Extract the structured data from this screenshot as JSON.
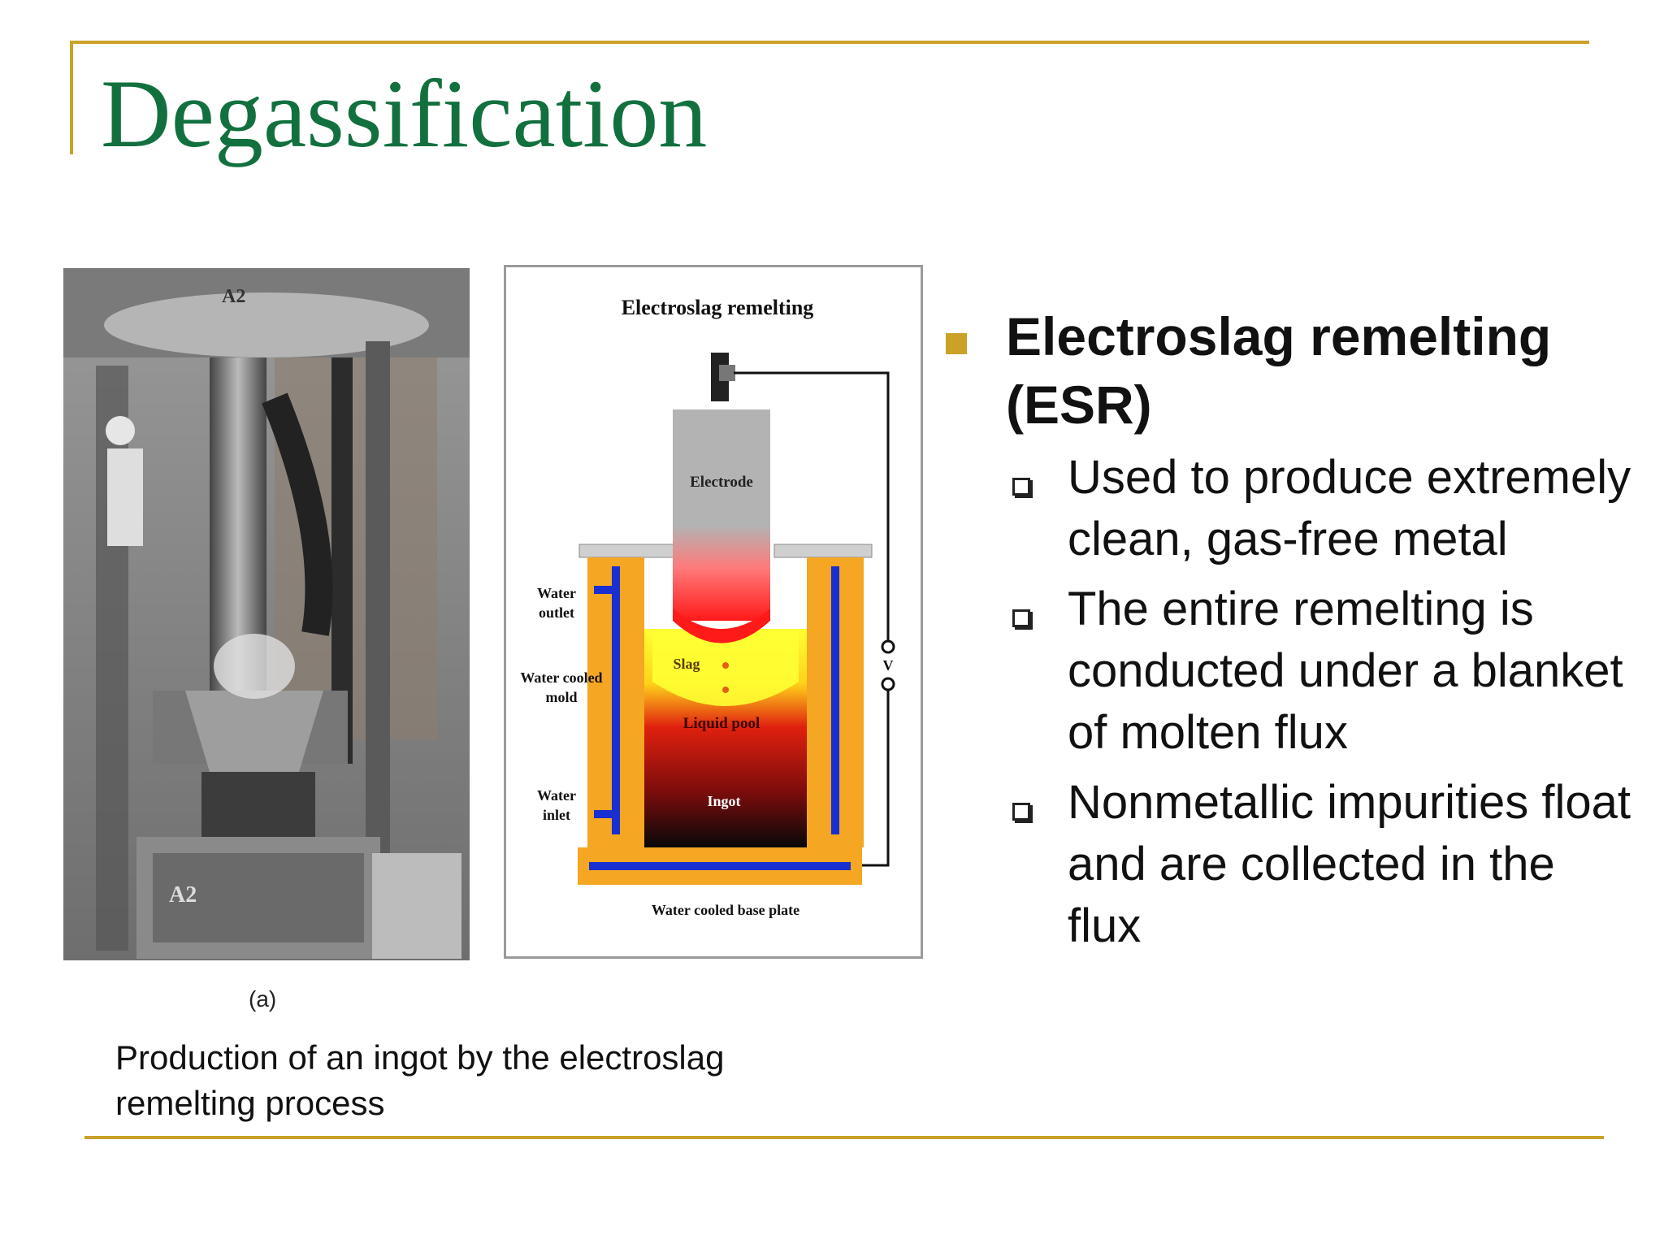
{
  "slide": {
    "title": "Degassification",
    "photo_label": "(a)",
    "caption": "Production of an ingot by the electroslag remelting process"
  },
  "diagram": {
    "title": "Electroslag remelting",
    "labels": {
      "electrode": "Electrode",
      "water_outlet_1": "Water",
      "water_outlet_2": "outlet",
      "water_cooled_mold_1": "Water cooled",
      "water_cooled_mold_2": "mold",
      "water_inlet_1": "Water",
      "water_inlet_2": "inlet",
      "slag": "Slag",
      "liquid_pool": "Liquid pool",
      "ingot": "Ingot",
      "voltage": "V",
      "base_plate": "Water cooled base plate"
    }
  },
  "bullets": {
    "main": "Electroslag remelting (ESR)",
    "sub": [
      "Used to produce extremely clean, gas-free metal",
      "The entire remelting is conducted under a blanket of molten flux",
      "Nonmetallic impurities float and are collected in the flux"
    ]
  },
  "colors": {
    "title": "#12703f",
    "accent": "#c9a227",
    "mold": "#f5a623",
    "cooling": "#1a2fd0"
  }
}
